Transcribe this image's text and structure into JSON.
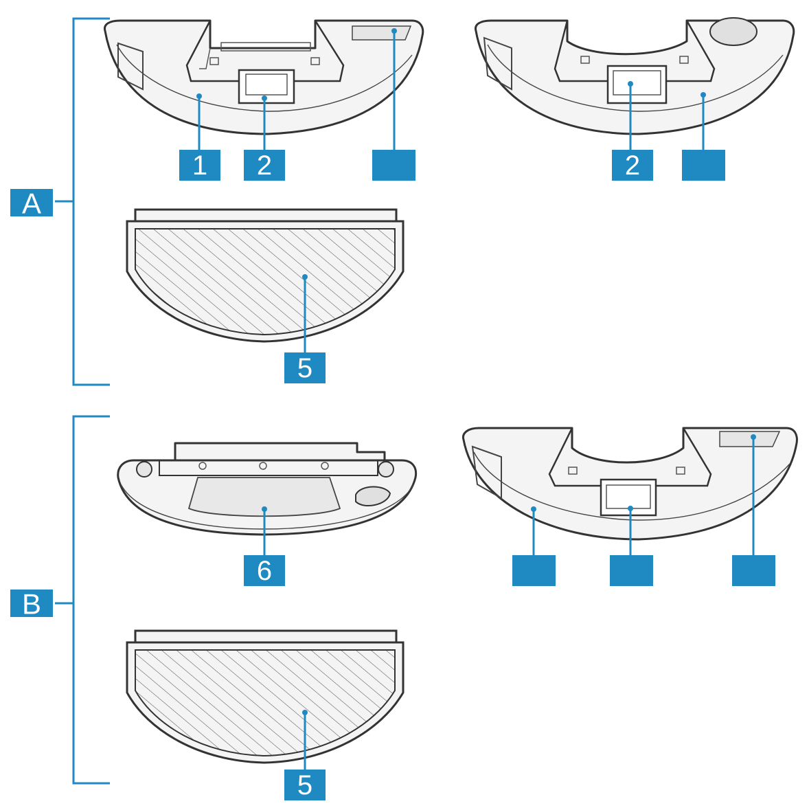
{
  "colors": {
    "accent": "#1f8ac2",
    "outline": "#333333",
    "body": "#f4f4f4",
    "background": "#ffffff"
  },
  "groups": [
    {
      "letter": "A"
    },
    {
      "letter": "B"
    }
  ],
  "callouts": {
    "a_left_1": "1",
    "a_left_2": "2",
    "a_left_3": "",
    "a_right_2": "2",
    "a_right_3": "",
    "a_pad_5": "5",
    "b_plate_6": "6",
    "b_right_1": "",
    "b_right_2": "",
    "b_right_3": "",
    "b_pad_5": "5"
  }
}
